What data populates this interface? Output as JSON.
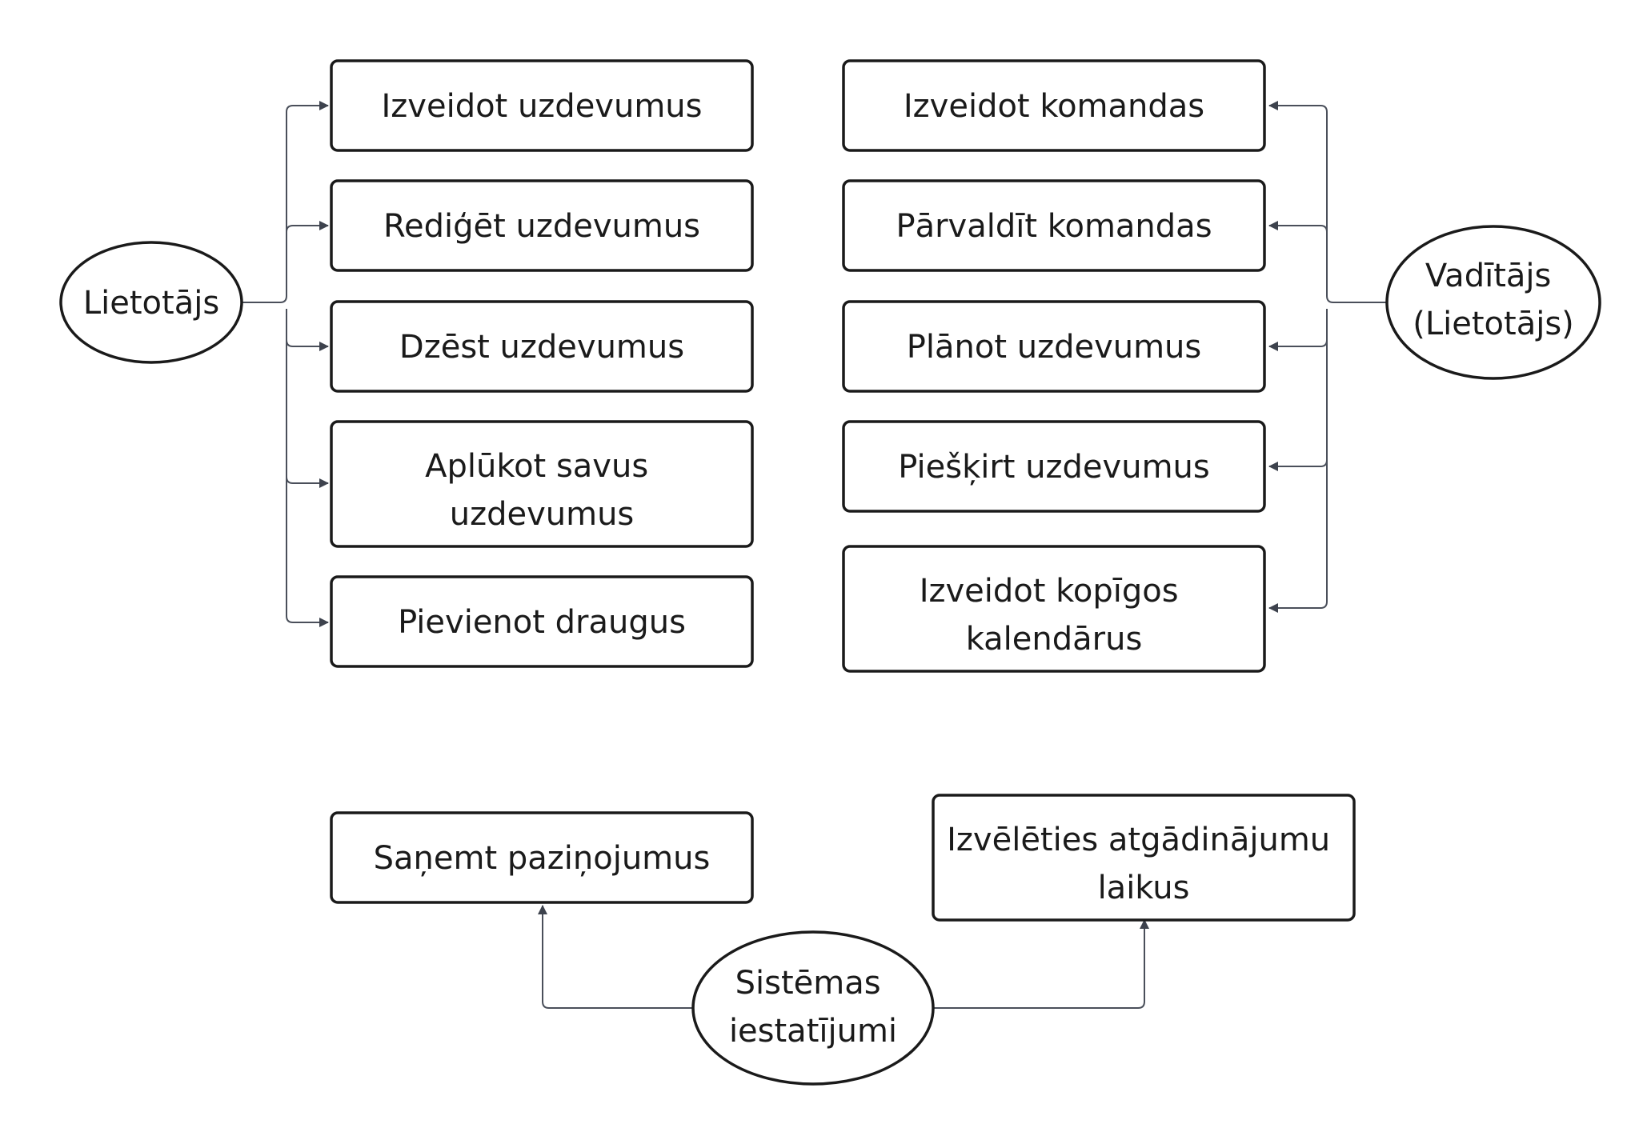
{
  "actors": {
    "user": {
      "lines": [
        "Lietotājs"
      ]
    },
    "manager": {
      "lines": [
        "Vadītājs",
        "(Lietotājs)"
      ]
    },
    "system": {
      "lines": [
        "Sistēmas",
        "iestatījumi"
      ]
    }
  },
  "user_actions": [
    {
      "lines": [
        "Izveidot uzdevumus"
      ]
    },
    {
      "lines": [
        "Rediģēt uzdevumus"
      ]
    },
    {
      "lines": [
        "Dzēst uzdevumus"
      ]
    },
    {
      "lines": [
        "Aplūkot savus",
        "uzdevumus"
      ]
    },
    {
      "lines": [
        "Pievienot draugus"
      ]
    }
  ],
  "manager_actions": [
    {
      "lines": [
        "Izveidot komandas"
      ]
    },
    {
      "lines": [
        "Pārvaldīt komandas"
      ]
    },
    {
      "lines": [
        "Plānot uzdevumus"
      ]
    },
    {
      "lines": [
        "Piešķirt uzdevumus"
      ]
    },
    {
      "lines": [
        "Izveidot kopīgos",
        "kalendārus"
      ]
    }
  ],
  "system_actions": [
    {
      "lines": [
        "Saņemt paziņojumus"
      ]
    },
    {
      "lines": [
        "Izvēlēties atgādinājumu",
        "laikus"
      ]
    }
  ],
  "colors": {
    "stroke": "#1a1a1a",
    "connector": "#4a4f5a",
    "arrow": "#3d424d",
    "background": "#ffffff"
  }
}
